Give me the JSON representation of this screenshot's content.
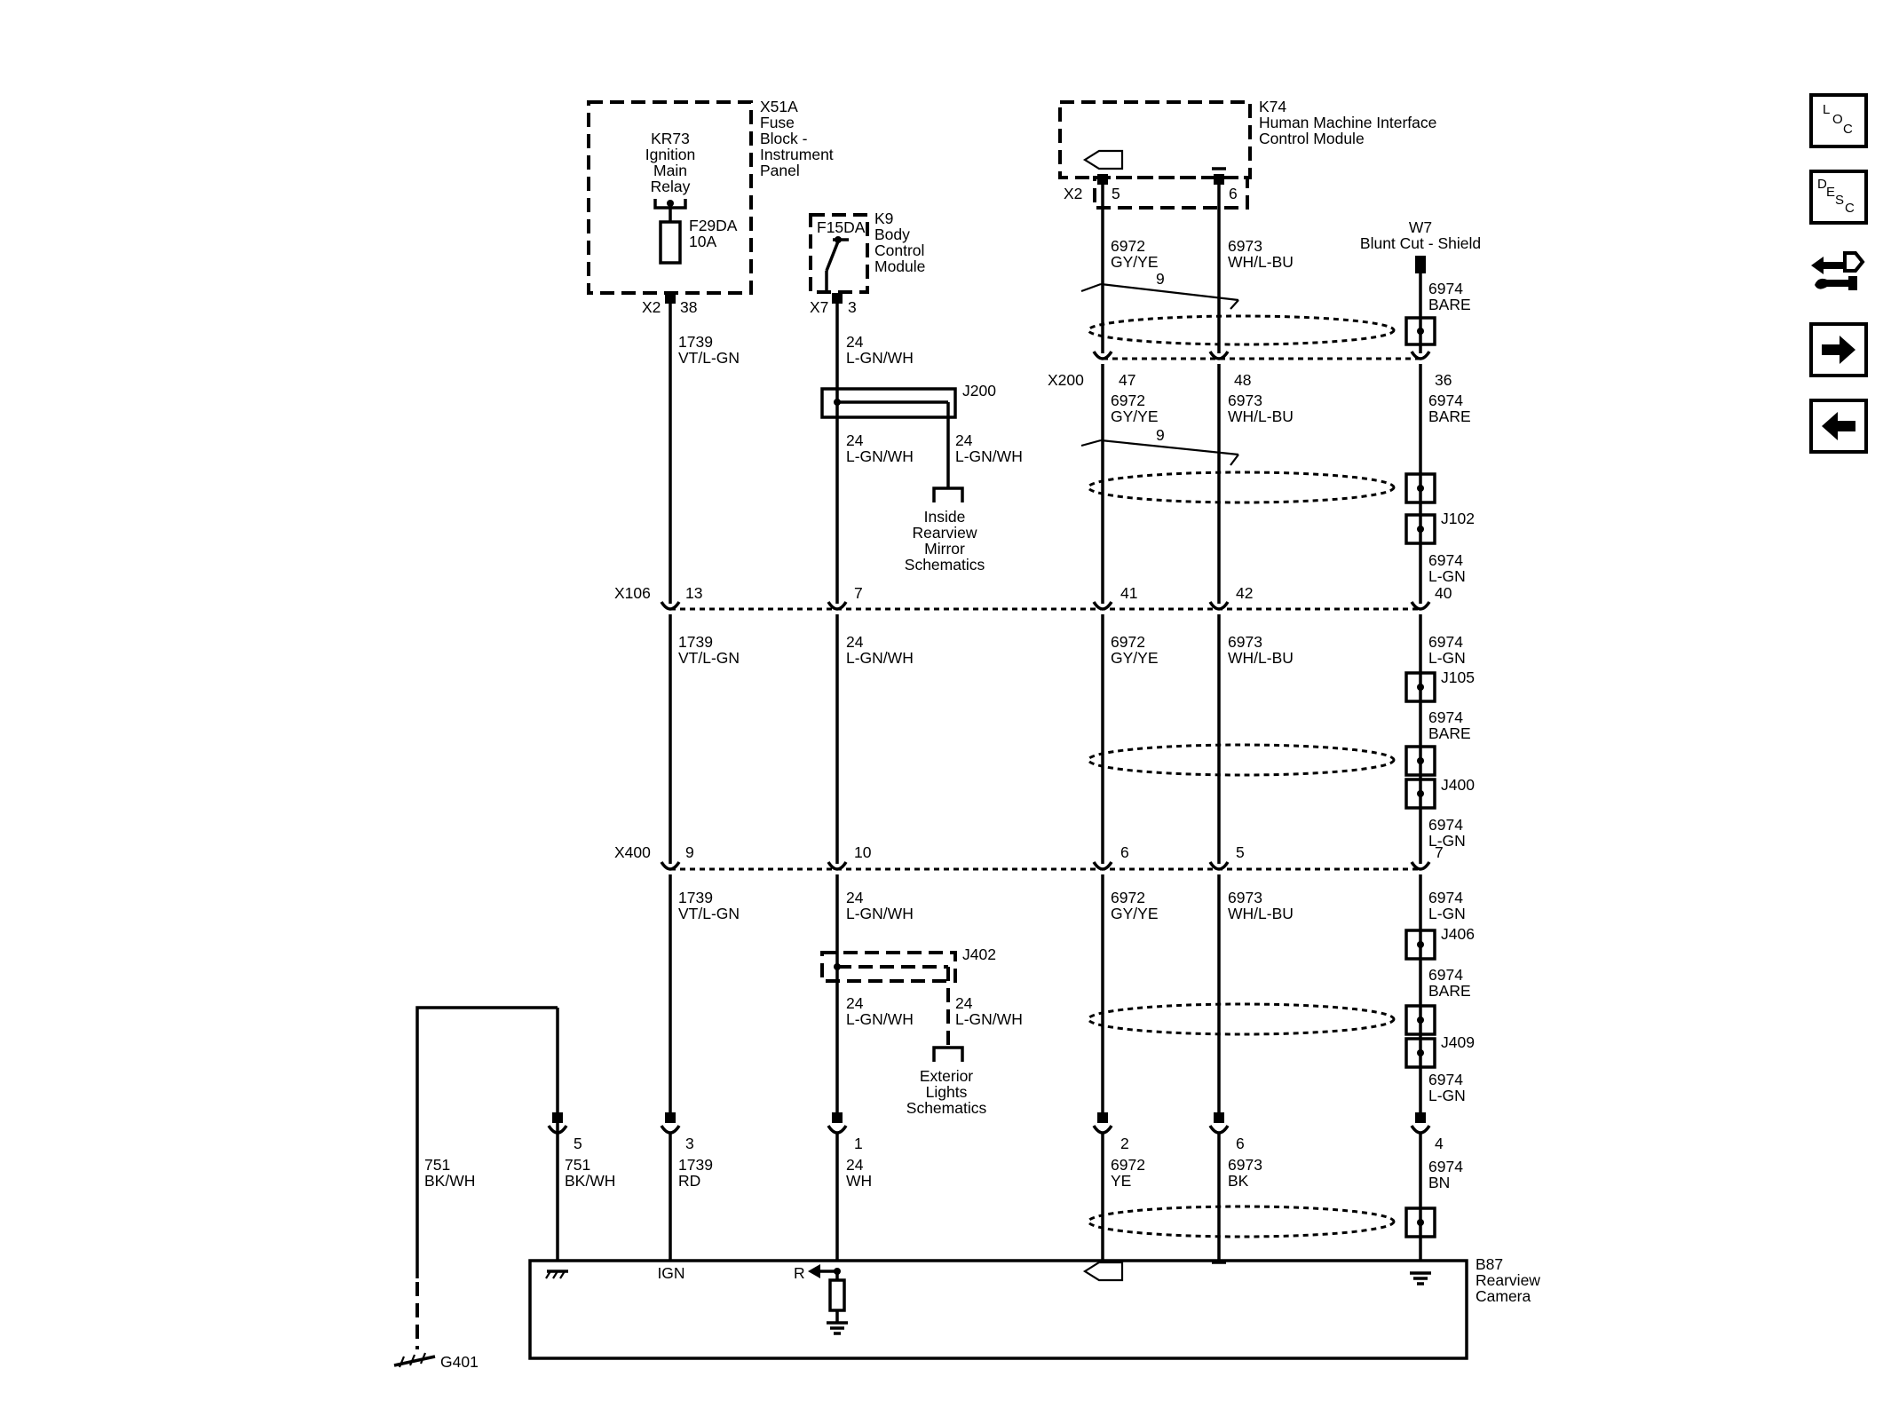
{
  "components": {
    "x51a": {
      "ref": "X51A",
      "name": [
        "Fuse",
        "Block -",
        "Instrument",
        "Panel"
      ]
    },
    "kr73": {
      "ref": "KR73",
      "name": [
        "Ignition",
        "Main",
        "Relay"
      ]
    },
    "f29da": {
      "ref": "F29DA",
      "rating": "10A"
    },
    "k9": {
      "ref": "K9",
      "name": [
        "Body",
        "Control",
        "Module"
      ]
    },
    "f15da": {
      "ref": "F15DA"
    },
    "k74": {
      "ref": "K74",
      "name": [
        "Human Machine Interface",
        "Control Module"
      ]
    },
    "w7": {
      "ref": "W7",
      "name": "Blunt Cut - Shield"
    },
    "b87": {
      "ref": "B87",
      "name": [
        "Rearview",
        "Camera"
      ]
    },
    "g401": {
      "ref": "G401"
    },
    "j200": {
      "ref": "J200"
    },
    "j402": {
      "ref": "J402"
    },
    "j102": {
      "ref": "J102"
    },
    "j105": {
      "ref": "J105"
    },
    "j400": {
      "ref": "J400"
    },
    "j406": {
      "ref": "J406"
    },
    "j409": {
      "ref": "J409"
    }
  },
  "connectors": {
    "x2_fuse": {
      "ref": "X2",
      "pin": "38"
    },
    "x7": {
      "ref": "X7",
      "pin": "3"
    },
    "x2_hmi": {
      "ref": "X2",
      "pins": [
        "5",
        "6"
      ]
    },
    "x200": {
      "ref": "X200",
      "pins": [
        "47",
        "48",
        "36"
      ]
    },
    "x106": {
      "ref": "X106",
      "pins": [
        "13",
        "7",
        "41",
        "42",
        "40"
      ]
    },
    "x400": {
      "ref": "X400",
      "pins": [
        "9",
        "10",
        "6",
        "5",
        "7"
      ]
    },
    "b87_pins": [
      "5",
      "3",
      "1",
      "2",
      "6",
      "4"
    ]
  },
  "wires": {
    "ign": {
      "circuit": "1739",
      "color": "VT/L-GN",
      "final_color": "RD"
    },
    "rev": {
      "circuit": "24",
      "color": "L-GN/WH",
      "final_color": "WH"
    },
    "sigp": {
      "circuit": "6972",
      "color": "GY/YE",
      "final_color": "YE"
    },
    "sign": {
      "circuit": "6973",
      "color": "WH/L-BU",
      "final_color": "BK"
    },
    "drain": {
      "circuit": "6974",
      "bare": "BARE",
      "lgn": "L-GN",
      "final_color": "BN"
    },
    "gnd": {
      "circuit": "751",
      "color": "BK/WH"
    },
    "twist": "9"
  },
  "refs": {
    "mirror": [
      "Inside",
      "Rearview",
      "Mirror",
      "Schematics"
    ],
    "exterior": [
      "Exterior",
      "Lights",
      "Schematics"
    ]
  },
  "camera_terminals": {
    "ign": "IGN",
    "rev": "R"
  },
  "nav": {
    "loc": [
      "L",
      "O",
      "C"
    ],
    "desc": [
      "D",
      "E",
      "S",
      "C"
    ]
  }
}
